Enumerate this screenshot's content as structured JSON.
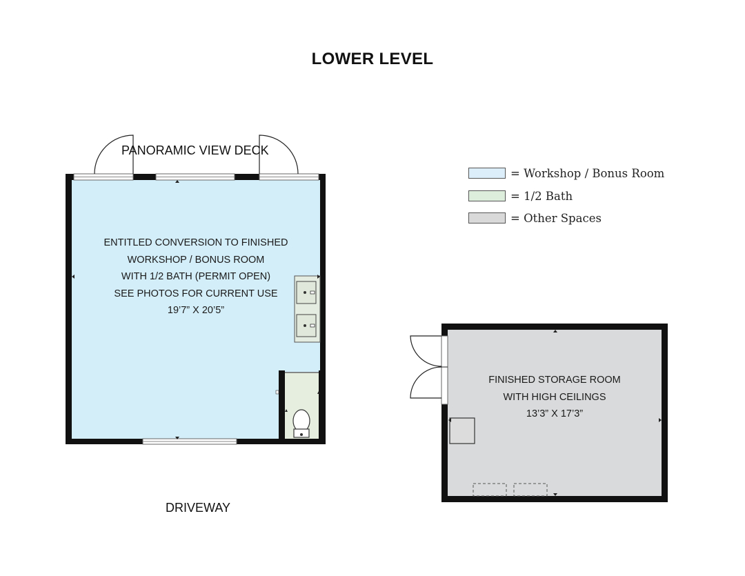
{
  "title": "LOWER LEVEL",
  "labels": {
    "deck": "PANORAMIC VIEW DECK",
    "driveway": "DRIVEWAY"
  },
  "rooms": {
    "workshop": {
      "lines": [
        "ENTITLED CONVERSION TO FINISHED",
        "WORKSHOP / BONUS ROOM",
        "WITH 1/2 BATH (PERMIT OPEN)",
        "SEE PHOTOS FOR CURRENT USE",
        "19’7” X 20’5”"
      ]
    },
    "storage": {
      "lines": [
        "FINISHED STORAGE ROOM",
        "WITH HIGH CEILINGS",
        "13’3” X 17’3”"
      ]
    }
  },
  "legend": [
    {
      "label": "= Workshop / Bonus Room",
      "color": "#dceef9"
    },
    {
      "label": "= 1/2 Bath",
      "color": "#ddeedd"
    },
    {
      "label": "= Other Spaces",
      "color": "#d9d9da"
    }
  ],
  "colors": {
    "workshop_fill": "#d4eef9",
    "bath_fill": "#e6efdf",
    "storage_fill": "#d9dadb",
    "wall": "#111111"
  }
}
